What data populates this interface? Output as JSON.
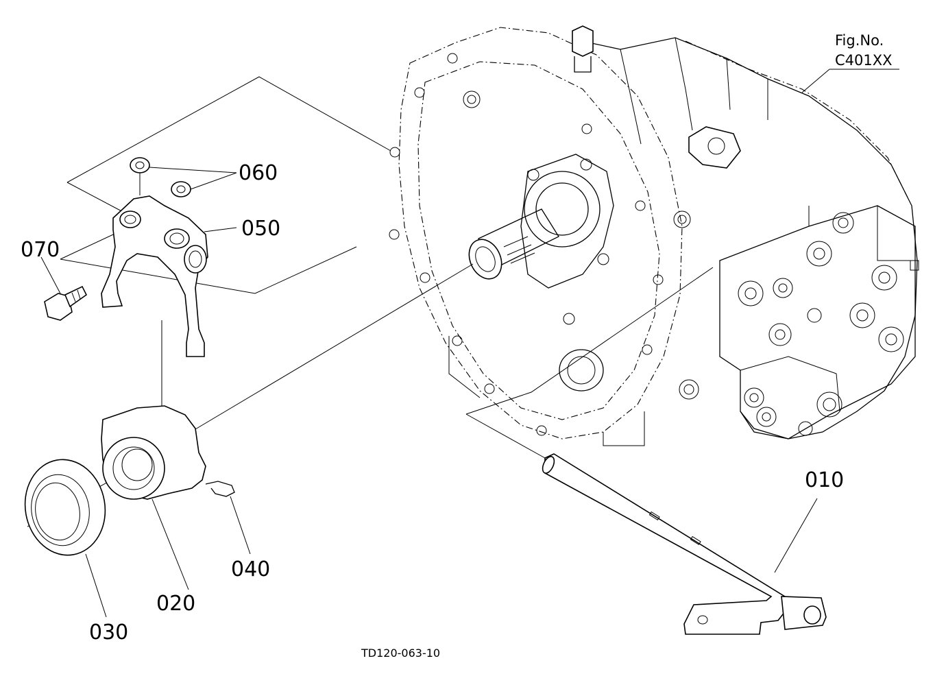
{
  "figure": {
    "label_line1": "Fig.No.",
    "label_line2": "C401XX",
    "drawing_code": "TD120-063-10"
  },
  "callouts": [
    {
      "id": "010",
      "text": "010"
    },
    {
      "id": "020",
      "text": "020"
    },
    {
      "id": "030",
      "text": "030"
    },
    {
      "id": "040",
      "text": "040"
    },
    {
      "id": "050",
      "text": "050"
    },
    {
      "id": "060",
      "text": "060"
    },
    {
      "id": "070",
      "text": "070"
    }
  ]
}
